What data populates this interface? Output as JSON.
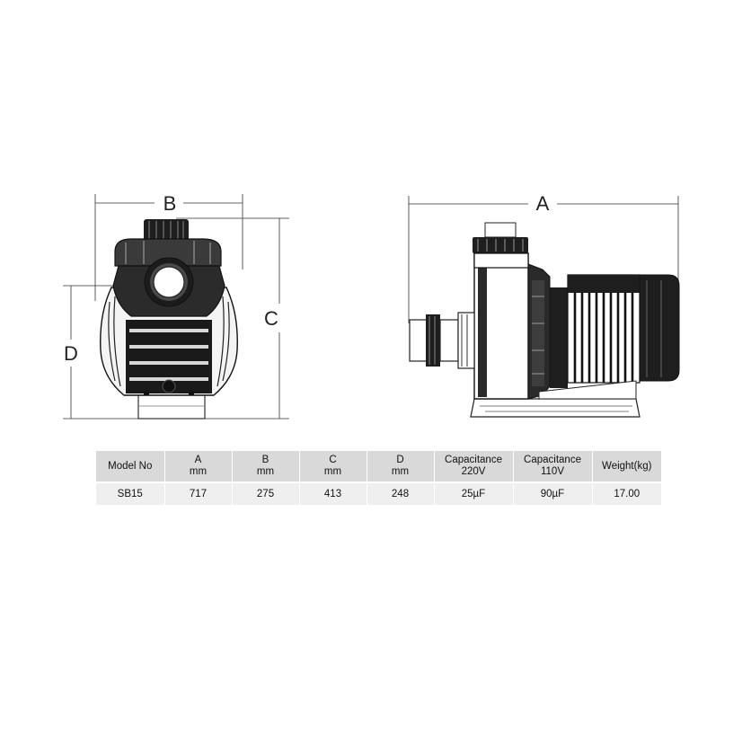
{
  "dimensions": {
    "width_label": "B",
    "length_label": "A",
    "height_label": "C",
    "axis_height_label": "D"
  },
  "table": {
    "headers": [
      {
        "line1": "Model No",
        "line2": ""
      },
      {
        "line1": "A",
        "line2": "mm"
      },
      {
        "line1": "B",
        "line2": "mm"
      },
      {
        "line1": "C",
        "line2": "mm"
      },
      {
        "line1": "D",
        "line2": "mm"
      },
      {
        "line1": "Capacitance",
        "line2": "220V"
      },
      {
        "line1": "Capacitance",
        "line2": "110V"
      },
      {
        "line1": "Weight(kg)",
        "line2": ""
      }
    ],
    "rows": [
      [
        "SB15",
        "717",
        "275",
        "413",
        "248",
        "25µF",
        "90µF",
        "17.00"
      ]
    ]
  }
}
